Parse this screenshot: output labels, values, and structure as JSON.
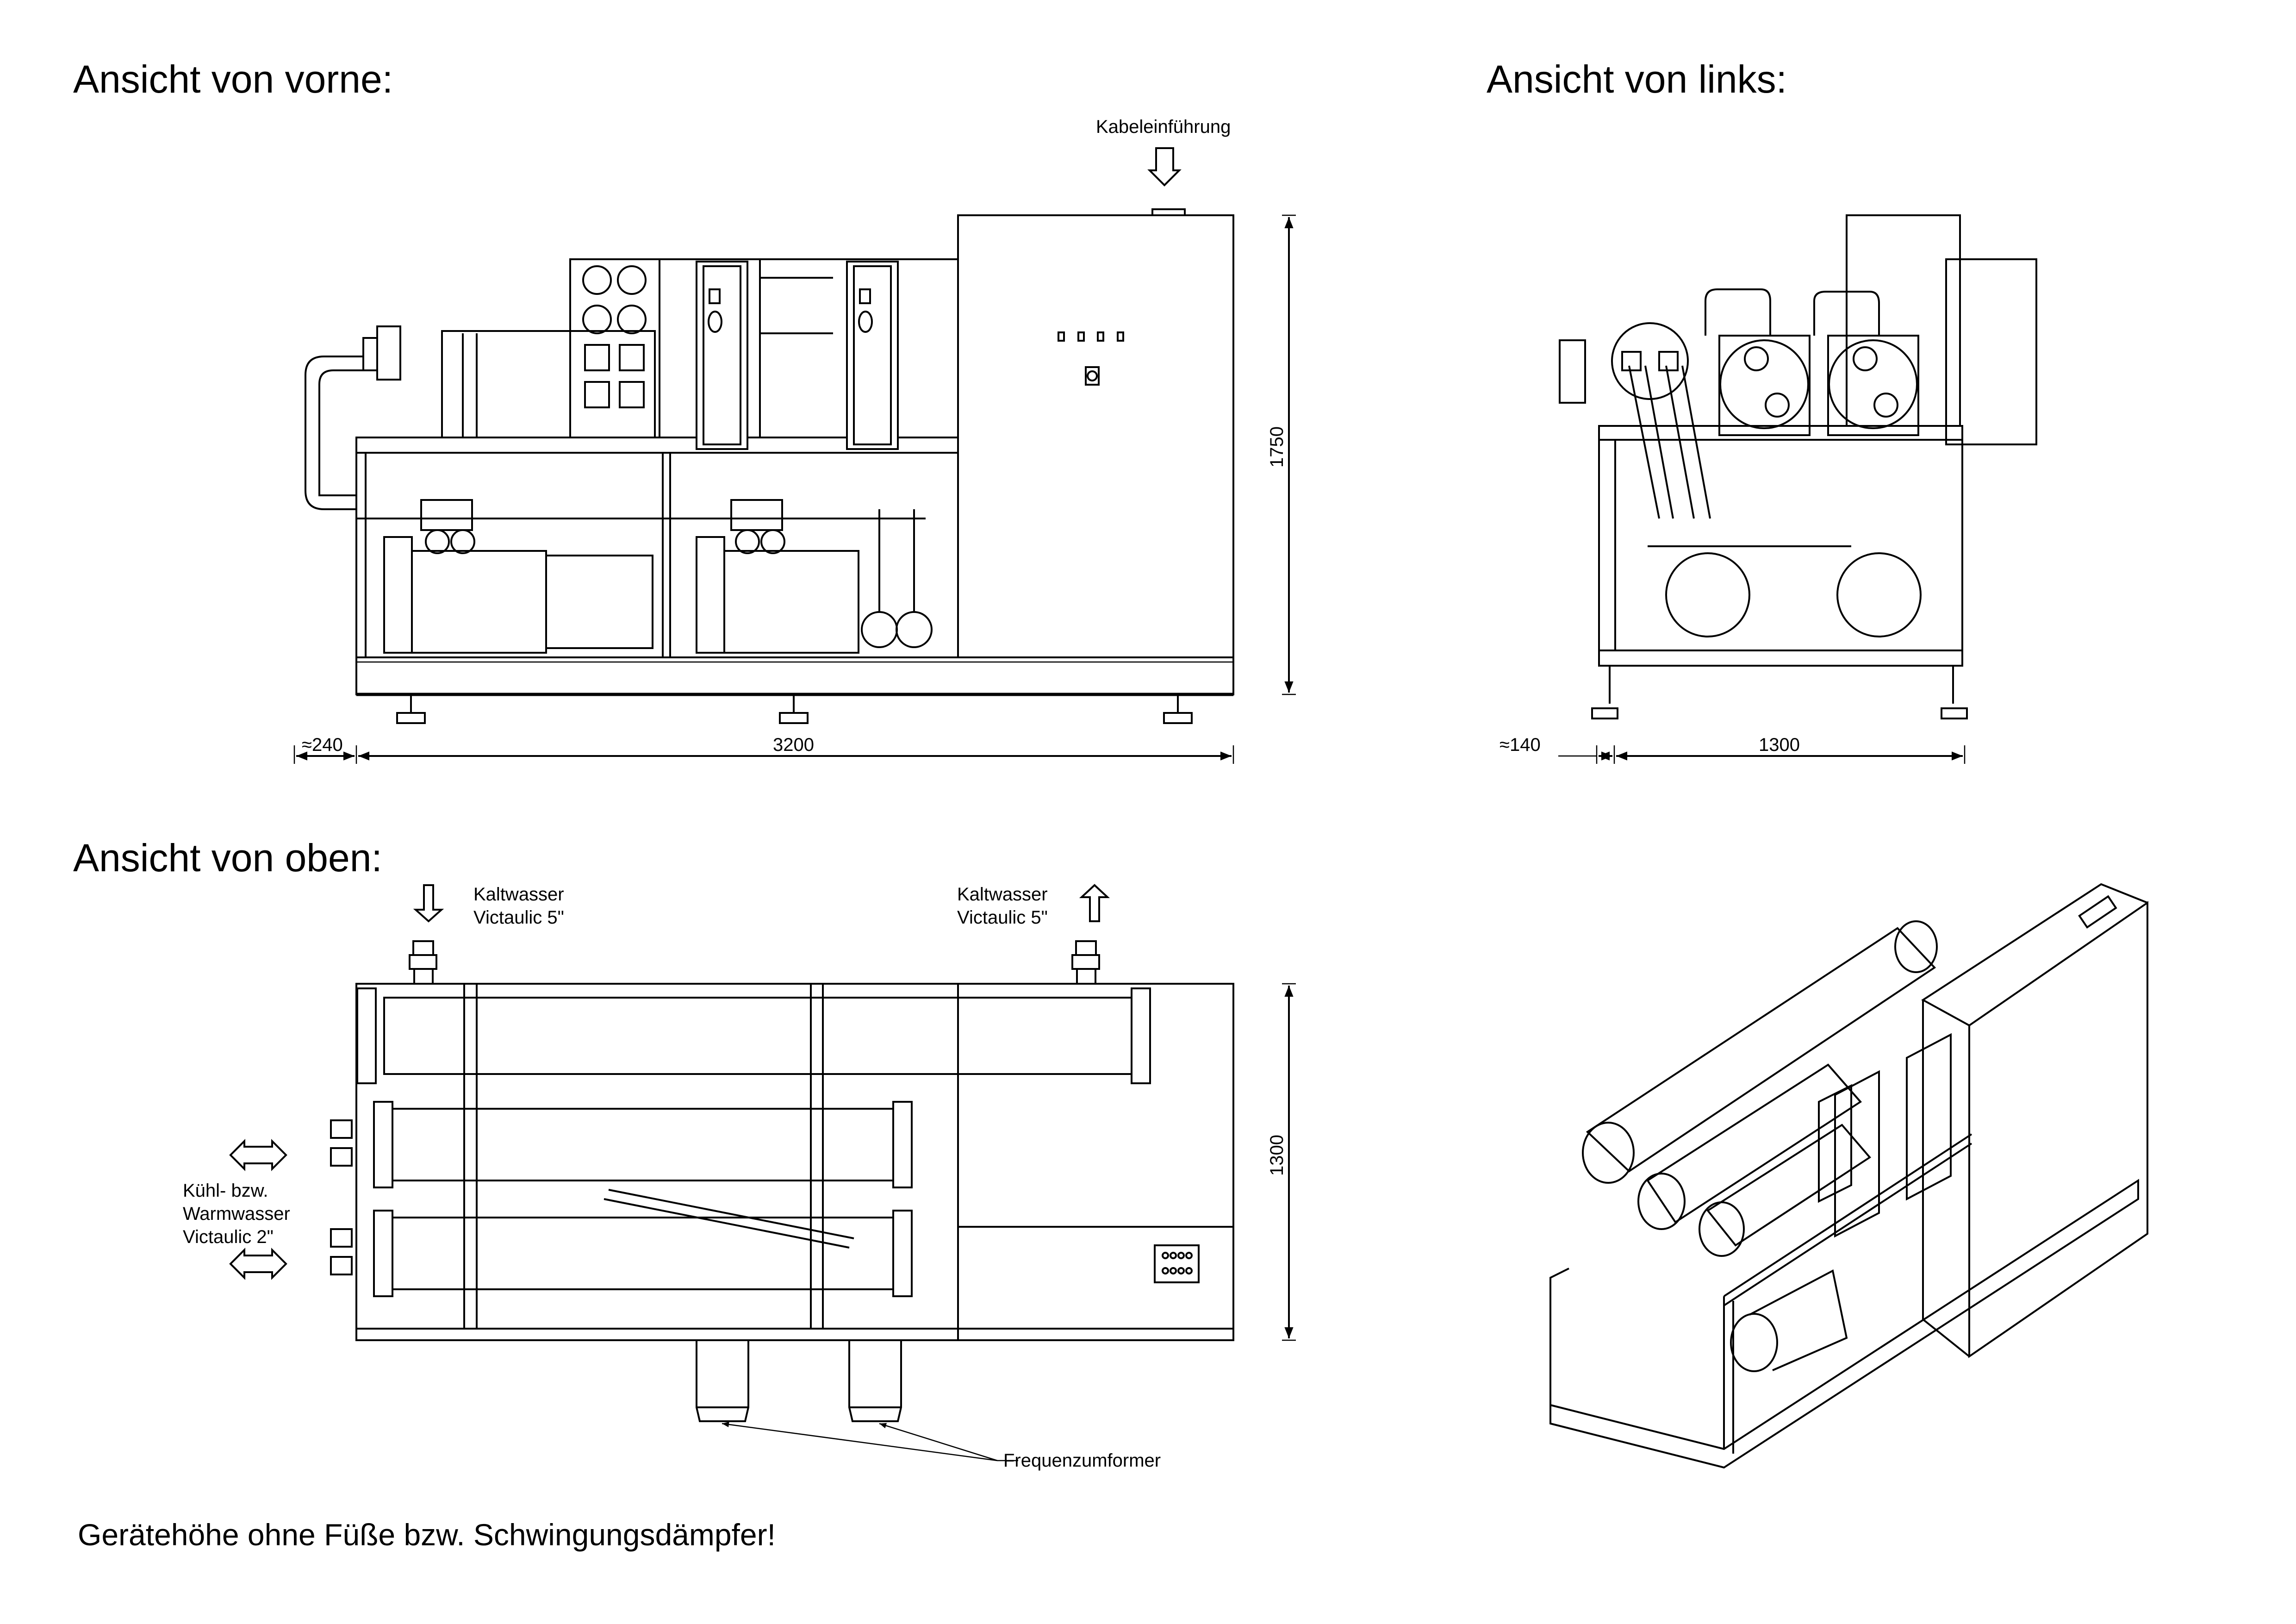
{
  "views": {
    "front": {
      "title": "Ansicht von vorne:"
    },
    "left": {
      "title": "Ansicht von links:"
    },
    "top": {
      "title": "Ansicht von oben:"
    }
  },
  "labels": {
    "cable_entry": "Kabeleinführung",
    "cold_water_in": {
      "line1": "Kaltwasser",
      "line2": "Victaulic 5\""
    },
    "cold_water_out": {
      "line1": "Kaltwasser",
      "line2": "Victaulic 5\""
    },
    "cooling_water": {
      "line1": "Kühl- bzw.",
      "line2": "Warmwasser",
      "line3": "Victaulic 2\""
    },
    "frequency_converter": "Frequenzumformer"
  },
  "dimensions": {
    "front_overhang": "≈240",
    "front_length": "3200",
    "front_height": "1750",
    "left_overhang": "≈140",
    "left_width": "1300",
    "top_depth": "1300"
  },
  "footnote": "Gerätehöhe ohne Füße bzw. Schwingungsdämpfer!"
}
